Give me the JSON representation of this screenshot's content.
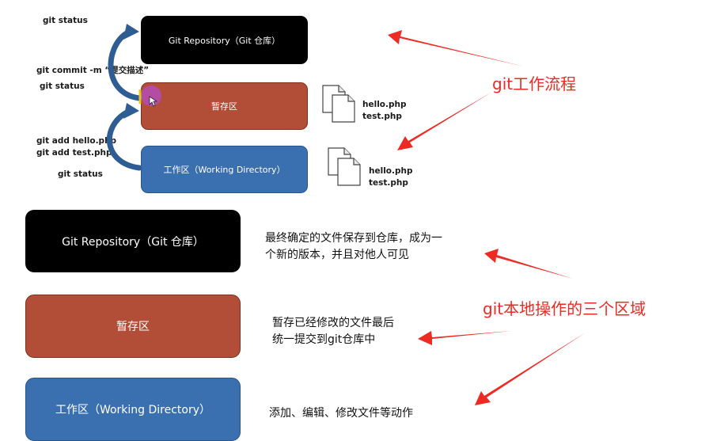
{
  "top_diagram": {
    "repo_label": "Git Repository（Git 仓库）",
    "stage_label": "暂存区",
    "work_label": "工作区（Working Directory）",
    "commands": {
      "status_1": "git status",
      "commit": "git commit -m “提交描述”",
      "status_2": "git status",
      "add_hello": "git add hello.php",
      "add_test": "git add test.php",
      "status_3": "git status"
    },
    "files_stage": [
      "hello.php",
      "test.php"
    ],
    "files_work": [
      "hello.php",
      "test.php"
    ]
  },
  "callouts": {
    "workflow": "git工作流程",
    "three_areas": "git本地操作的三个区域"
  },
  "bottom_diagram": {
    "repo_label": "Git Repository（Git 仓库）",
    "repo_desc": [
      "最终确定的文件保存到仓库，成为一",
      "个新的版本，并且对他人可见"
    ],
    "stage_label": "暂存区",
    "stage_desc": [
      "暂存已经修改的文件最后",
      "统一提交到git仓库中"
    ],
    "work_label": "工作区（Working Directory）",
    "work_desc": [
      "添加、编辑、修改文件等动作"
    ]
  },
  "colors": {
    "repo": "#000000",
    "stage": "#b24e37",
    "work": "#3a6fb0",
    "callout": "#ee2a24",
    "curve_arrow": "#2e5d94",
    "cursor_dot": "#b44cb0"
  },
  "icons": [
    "document-icon",
    "curved-arrow-icon",
    "red-arrow-icon",
    "mouse-cursor-icon"
  ]
}
